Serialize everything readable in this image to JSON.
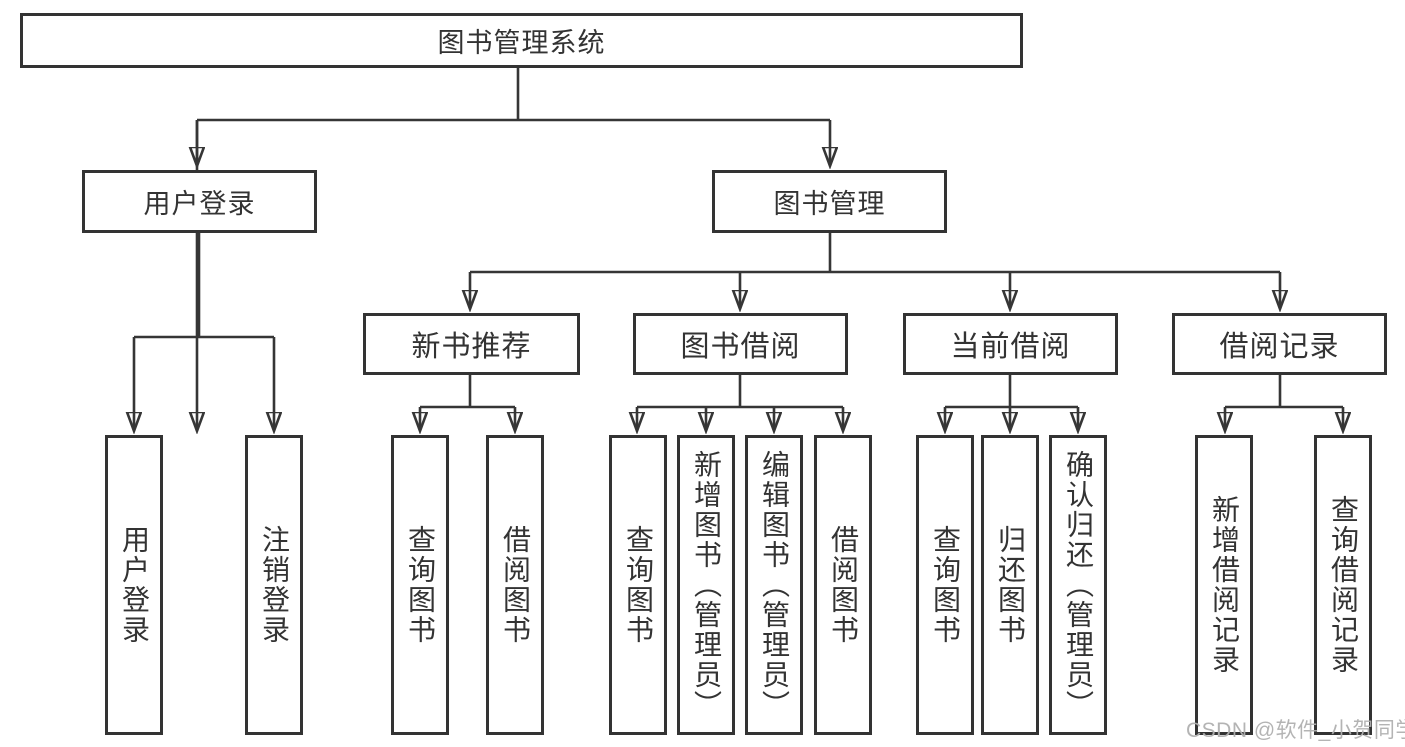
{
  "diagram_title": "图书管理系统",
  "tree": {
    "label": "图书管理系统",
    "children": [
      {
        "label": "用户登录",
        "children": [
          {
            "label": "用户登录"
          },
          {
            "label": "注销登录"
          }
        ]
      },
      {
        "label": "图书管理",
        "children": [
          {
            "label": "新书推荐",
            "children": [
              {
                "label": "查询图书"
              },
              {
                "label": "借阅图书"
              }
            ]
          },
          {
            "label": "图书借阅",
            "children": [
              {
                "label": "查询图书"
              },
              {
                "label": "新增图书（管理员）"
              },
              {
                "label": "编辑图书（管理员）"
              },
              {
                "label": "借阅图书"
              }
            ]
          },
          {
            "label": "当前借阅",
            "children": [
              {
                "label": "查询图书"
              },
              {
                "label": "归还图书"
              },
              {
                "label": "确认归还（管理员）"
              }
            ]
          },
          {
            "label": "借阅记录",
            "children": [
              {
                "label": "新增借阅记录"
              },
              {
                "label": "查询借阅记录"
              }
            ]
          }
        ]
      }
    ]
  },
  "watermark": {
    "text": "CSDN @软件_小贺同学"
  },
  "colors": {
    "line": "#363636",
    "box_border": "#333333",
    "text": "#333333",
    "background": "#ffffff",
    "watermark": "#b0b0b0"
  }
}
